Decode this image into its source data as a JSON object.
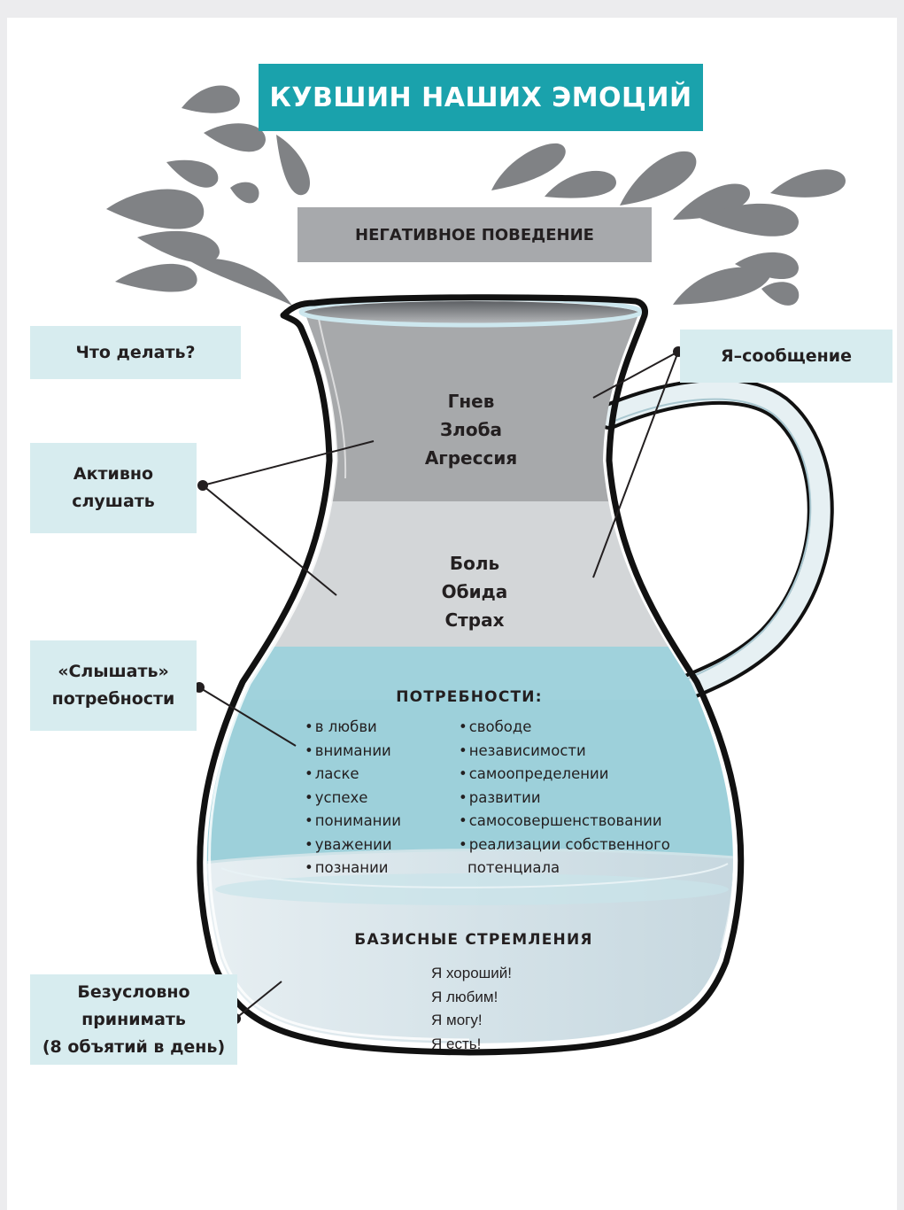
{
  "title": "КУВШИН НАШИХ ЭМОЦИЙ",
  "negative_behavior": "НЕГАТИВНОЕ ПОВЕДЕНИЕ",
  "layers": {
    "top": [
      "Гнев",
      "Злоба",
      "Агрессия"
    ],
    "middle": [
      "Боль",
      "Обида",
      "Страх"
    ],
    "needs": {
      "heading": "ПОТРЕБНОСТИ:",
      "left": [
        "в любви",
        "внимании",
        "ласке",
        "успехе",
        "понимании",
        "уважении",
        "познании"
      ],
      "right": [
        "свободе",
        "независимости",
        "самоопределении",
        "развитии",
        "самосовершенствовании",
        "реализации собственного"
      ],
      "right_continuation": "потенциала"
    },
    "basics": {
      "heading": "БАЗИСНЫЕ СТРЕМЛЕНИЯ",
      "items": [
        "Я хороший!",
        "Я любим!",
        "Я могу!",
        "Я есть!"
      ]
    }
  },
  "side_labels": {
    "what_to_do": "Что делать?",
    "active_listen": [
      "Активно",
      "слушать"
    ],
    "hear_needs": [
      "«Слышать»",
      "потребности"
    ],
    "accept": [
      "Безусловно",
      "принимать",
      "(8 объятий в день)"
    ],
    "i_message": "Я–сообщение"
  },
  "colors": {
    "title_bg": "#1aa2ac",
    "label_bg": "#d7ecef",
    "negative_bg": "#a7a9ac",
    "anger_layer": "#a7a9ab",
    "pain_layer": "#d3d6d8",
    "needs_layer": "#9dd0da",
    "basics_layer": "#dfe9ee",
    "drops": "#808285",
    "outline": "#111111"
  }
}
